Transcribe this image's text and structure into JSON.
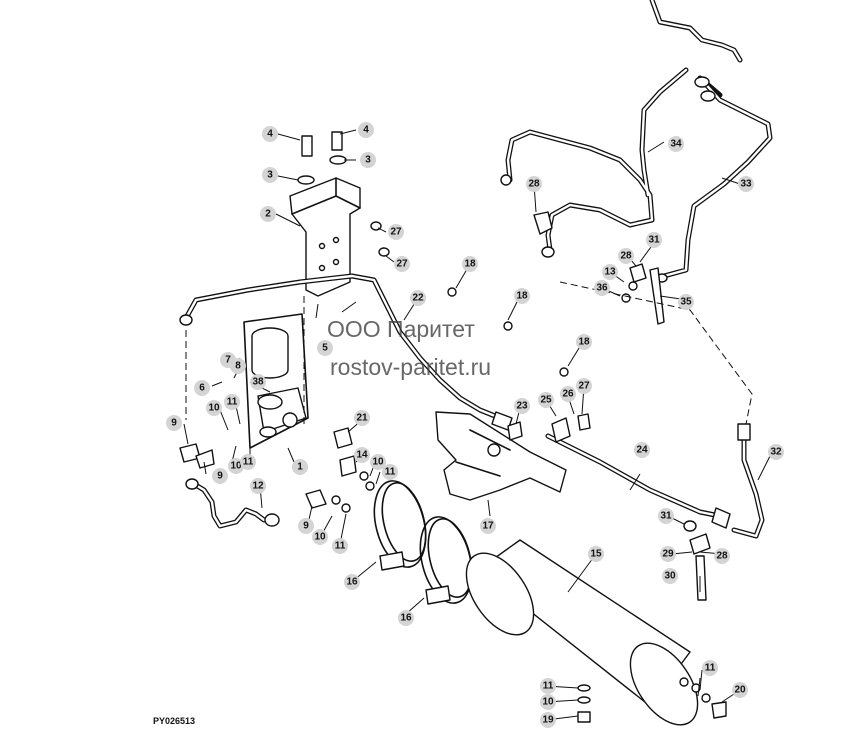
{
  "diagram": {
    "figure_code": "PY026513",
    "watermark": {
      "line1": "ООО Паритет",
      "line2": "rostov-paritet.ru"
    },
    "callouts": [
      "1",
      "2",
      "3",
      "3",
      "4",
      "4",
      "5",
      "6",
      "7",
      "8",
      "9",
      "9",
      "9",
      "10",
      "10",
      "10",
      "10",
      "10",
      "11",
      "11",
      "11",
      "11",
      "11",
      "11",
      "12",
      "13",
      "14",
      "15",
      "16",
      "16",
      "17",
      "18",
      "18",
      "18",
      "19",
      "20",
      "21",
      "22",
      "23",
      "24",
      "25",
      "26",
      "27",
      "27",
      "27",
      "28",
      "28",
      "28",
      "29",
      "30",
      "31",
      "31",
      "32",
      "33",
      "34",
      "35",
      "36",
      "38"
    ]
  }
}
